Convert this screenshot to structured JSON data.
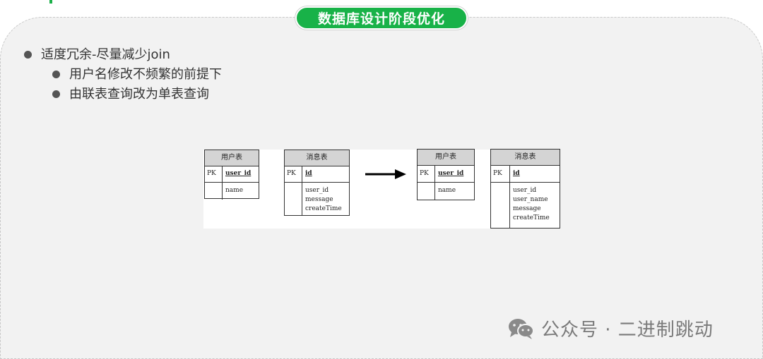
{
  "title": "数据库设计阶段优化",
  "bullets": [
    {
      "level": 1,
      "text": "适度冗余-尽量减少join"
    },
    {
      "level": 2,
      "text": "用户名修改不频繁的前提下"
    },
    {
      "level": 2,
      "text": "由联表查询改为单表查询"
    }
  ],
  "diagram": {
    "before": {
      "user_table": {
        "name": "用户表",
        "pk_label": "PK",
        "pk_field": "user_id",
        "fields": [
          "name"
        ]
      },
      "message_table": {
        "name": "消息表",
        "pk_label": "PK",
        "pk_field": "id",
        "fields": [
          "user_id",
          "message",
          "createTime"
        ]
      }
    },
    "after": {
      "user_table": {
        "name": "用户表",
        "pk_label": "PK",
        "pk_field": "user_id",
        "fields": [
          "name"
        ]
      },
      "message_table": {
        "name": "消息表",
        "pk_label": "PK",
        "pk_field": "id",
        "fields": [
          "user_id",
          "user_name",
          "message",
          "createTime"
        ]
      }
    }
  },
  "footer": {
    "icon": "wechat-icon",
    "text": "公众号 · 二进制跳动"
  },
  "colors": {
    "accent": "#18b248",
    "panel": "#f2f2f2",
    "table_header": "#d4d4d4"
  }
}
